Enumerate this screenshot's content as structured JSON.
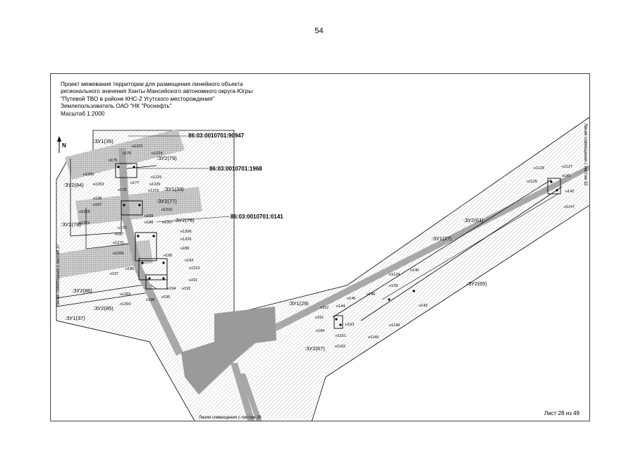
{
  "page_number": "54",
  "title_lines": [
    "Проект межевания территории для размещения линейного объекта",
    "регионального значения Ханты-Мансийского автономного округа-Югры",
    "\"Путевой ТВО в районе КНС-2 Угутского месторождения\"",
    "Землепользователь ОАО \"НК \"Роснефть\"",
    "Масштаб 1:2000"
  ],
  "north_label": "N",
  "sheet_label": "Лист 28 из 49",
  "match_lines": {
    "left": "Линия совмещения с листом 27",
    "right": "Линия совмещения с листом 32",
    "bottom": "Линия совмещения с листом 29"
  },
  "cadastral": [
    "86:03:0010701:90947",
    "86:03:0010701:1968",
    "86:03:0010701:0141"
  ],
  "zones": [
    ":ЗУ1(35)",
    ":ЗУ2(79)",
    ":ЗУ2(84)",
    ":ЗУ1(33)",
    ":ЗУ2(77)",
    ":ЗУ2(78)",
    ":ЗУ2(76)",
    ":ЗУ2(86)",
    ":ЗУ2(85)",
    ":ЗУ1(37)",
    ":ЗУ2(61)",
    ":ЗУ1(27)",
    ":ЗУ2(65)",
    ":ЗУ1(29)",
    ":ЗУ2(67)"
  ],
  "points": [
    "н1223",
    "н176",
    "н1224",
    "н175",
    "н1260",
    "н1225",
    "н1253",
    "н177",
    "н1226",
    "н178",
    "н1215",
    "н168",
    "н167",
    "н1216",
    "н1218",
    "н169",
    "н1221",
    "н188",
    "н1207",
    "н170",
    "н187",
    "н1208",
    "н1270",
    "н1209",
    "н189",
    "н190",
    "н1269",
    "н193",
    "н186",
    "н1210",
    "н197",
    "н191",
    "н1269",
    "н194",
    "н192",
    "н1259",
    "н196",
    "н195",
    "н1128",
    "н1127",
    "н141",
    "н1126",
    "н142",
    "н1147",
    "н140",
    "н1124",
    "н139",
    "н146",
    "н145",
    "н143",
    "н152",
    "н144",
    "н151",
    "н153",
    "н184",
    "н1161",
    "н1149",
    "н1148",
    "н1162"
  ]
}
